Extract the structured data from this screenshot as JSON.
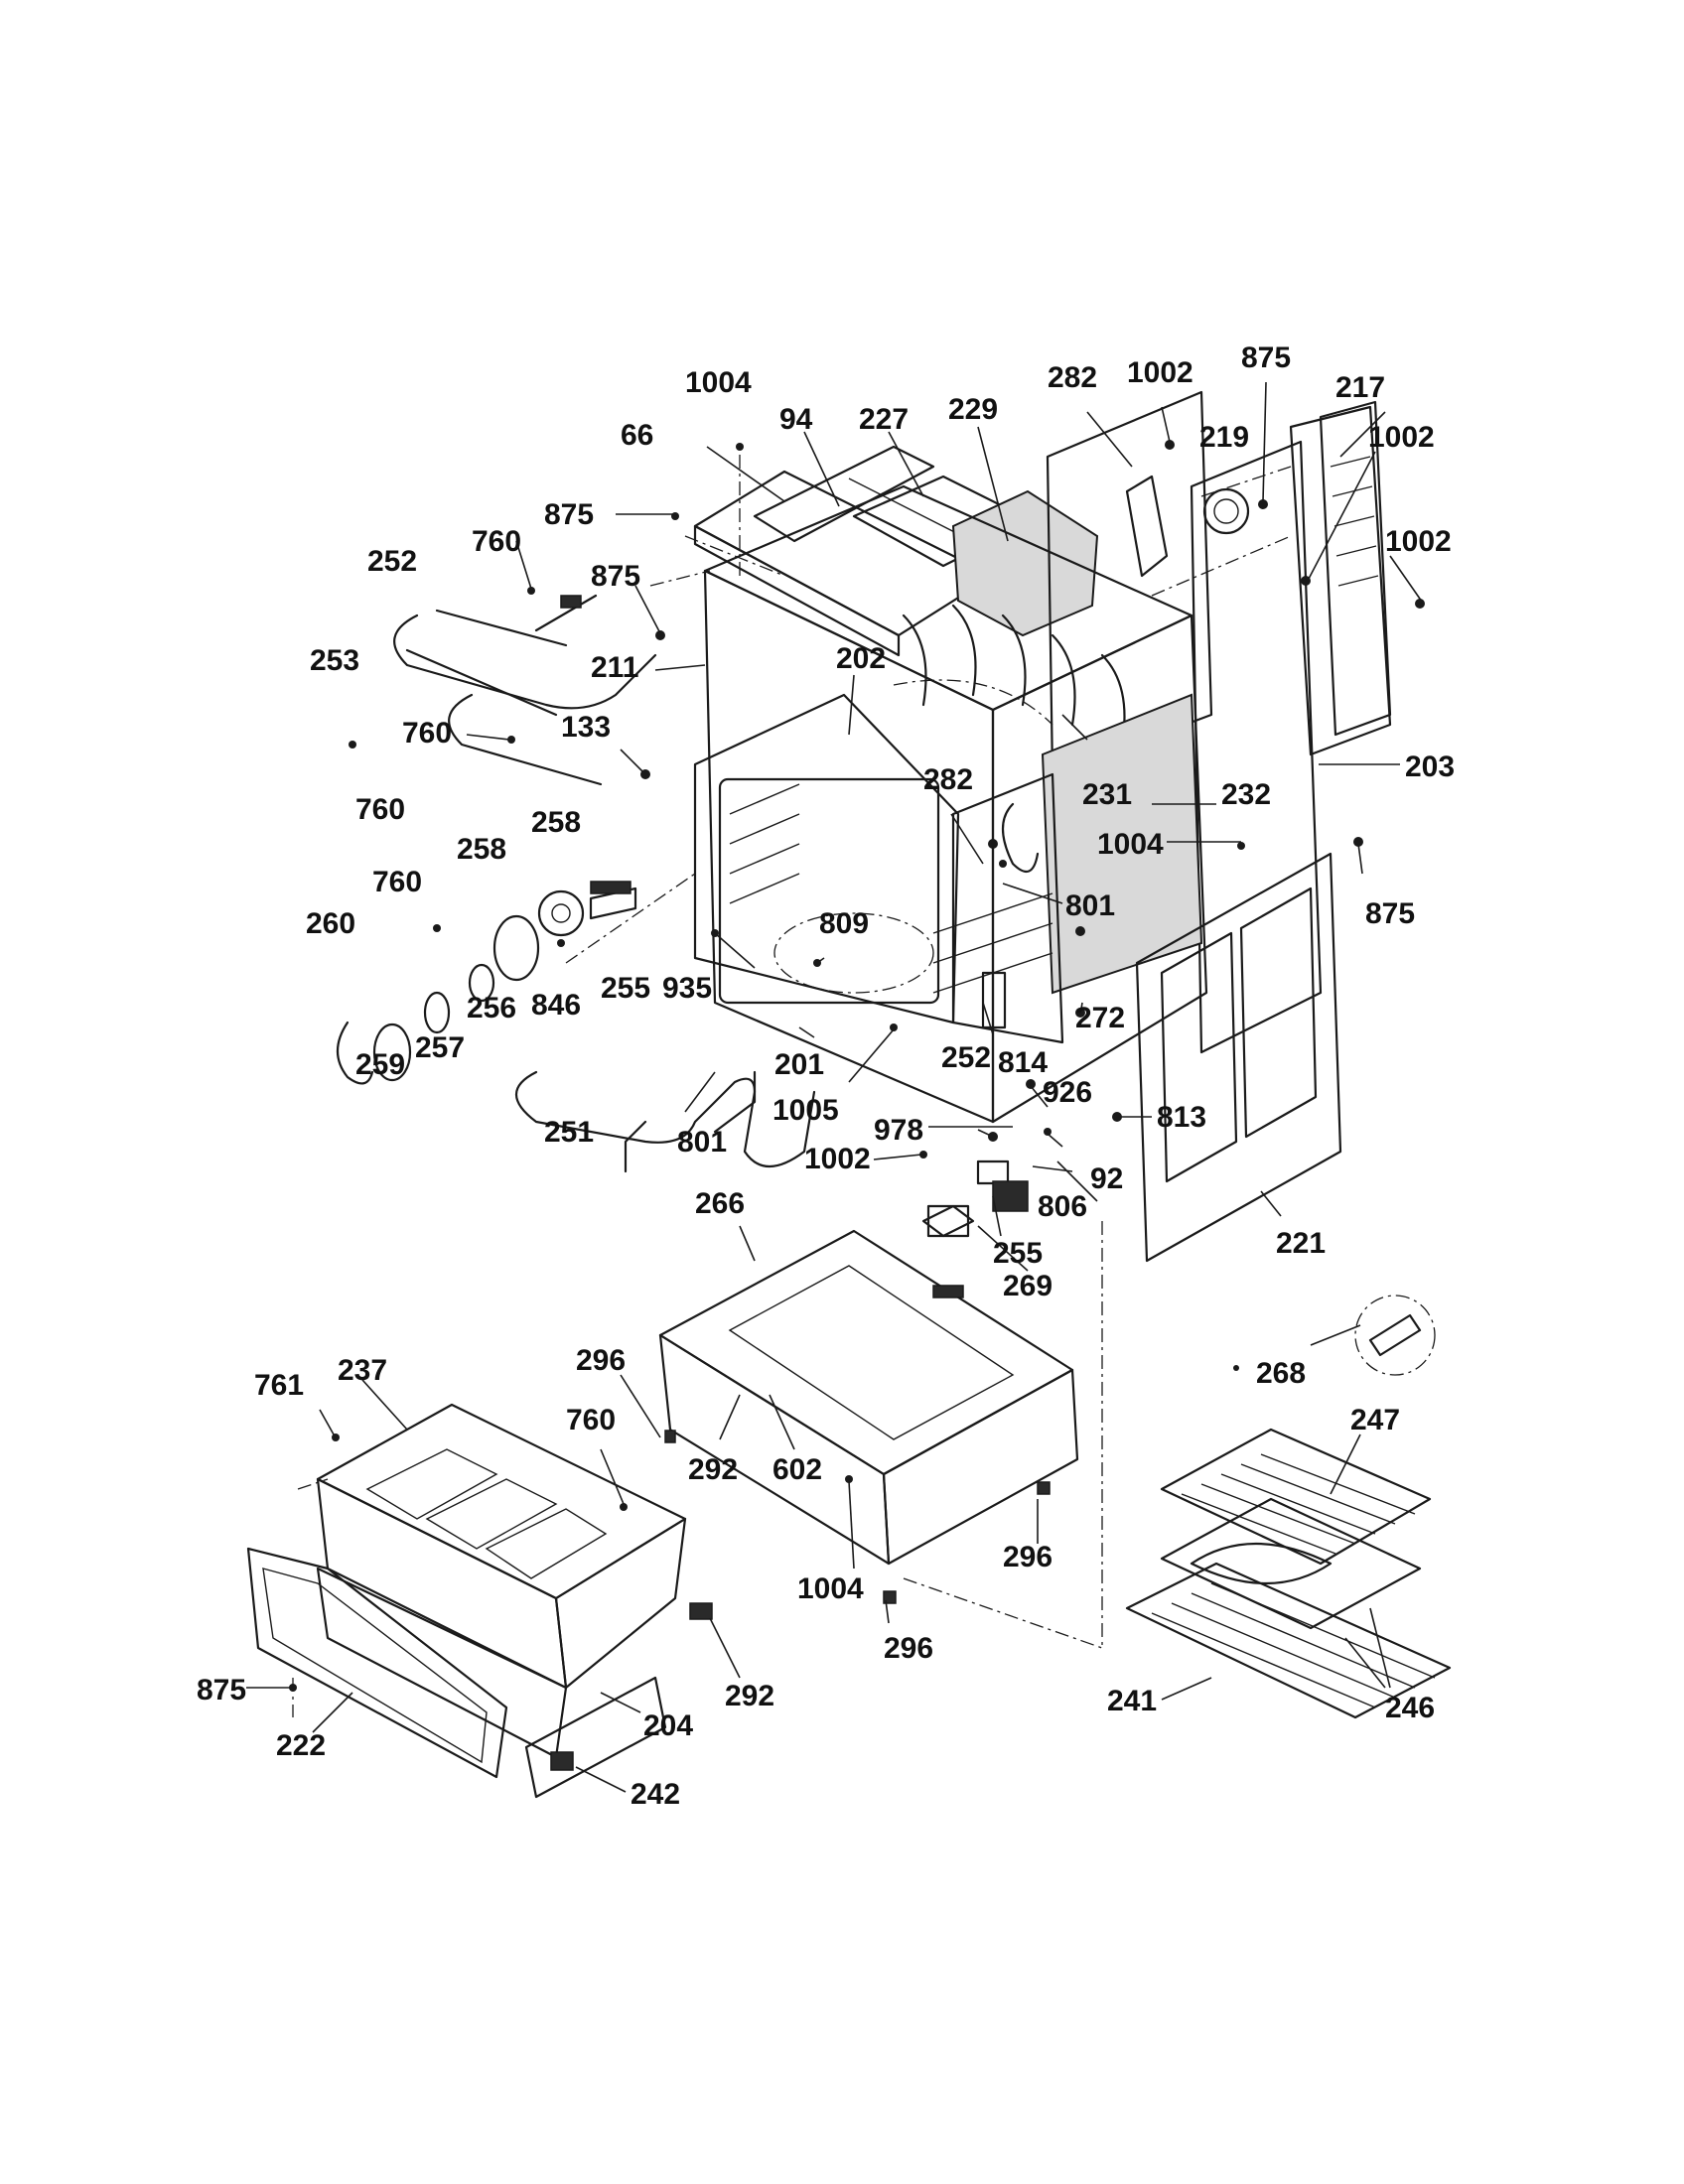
{
  "diagram": {
    "type": "exploded-parts-diagram",
    "parts": [
      {
        "id": "p1004a",
        "label": "1004"
      },
      {
        "id": "p94",
        "label": "94"
      },
      {
        "id": "p227",
        "label": "227"
      },
      {
        "id": "p229",
        "label": "229"
      },
      {
        "id": "p282a",
        "label": "282"
      },
      {
        "id": "p1002a",
        "label": "1002"
      },
      {
        "id": "p875a",
        "label": "875"
      },
      {
        "id": "p217",
        "label": "217"
      },
      {
        "id": "p66",
        "label": "66"
      },
      {
        "id": "p219",
        "label": "219"
      },
      {
        "id": "p1002b",
        "label": "1002"
      },
      {
        "id": "p875b",
        "label": "875"
      },
      {
        "id": "p1002c",
        "label": "1002"
      },
      {
        "id": "p760a",
        "label": "760"
      },
      {
        "id": "p252a",
        "label": "252"
      },
      {
        "id": "p875c",
        "label": "875"
      },
      {
        "id": "p211",
        "label": "211"
      },
      {
        "id": "p253",
        "label": "253"
      },
      {
        "id": "p202",
        "label": "202"
      },
      {
        "id": "p760b",
        "label": "760"
      },
      {
        "id": "p133",
        "label": "133"
      },
      {
        "id": "p203",
        "label": "203"
      },
      {
        "id": "p231",
        "label": "231"
      },
      {
        "id": "p282b",
        "label": "282"
      },
      {
        "id": "p232",
        "label": "232"
      },
      {
        "id": "p760c",
        "label": "760"
      },
      {
        "id": "p258a",
        "label": "258"
      },
      {
        "id": "p258b",
        "label": "258"
      },
      {
        "id": "p1004b",
        "label": "1004"
      },
      {
        "id": "p875d",
        "label": "875"
      },
      {
        "id": "p760d",
        "label": "760"
      },
      {
        "id": "p801a",
        "label": "801"
      },
      {
        "id": "p260",
        "label": "260"
      },
      {
        "id": "p809",
        "label": "809"
      },
      {
        "id": "p846",
        "label": "846"
      },
      {
        "id": "p256",
        "label": "256"
      },
      {
        "id": "p255a",
        "label": "255"
      },
      {
        "id": "p935",
        "label": "935"
      },
      {
        "id": "p272",
        "label": "272"
      },
      {
        "id": "p257",
        "label": "257"
      },
      {
        "id": "p259",
        "label": "259"
      },
      {
        "id": "p201",
        "label": "201"
      },
      {
        "id": "p252b",
        "label": "252"
      },
      {
        "id": "p814",
        "label": "814"
      },
      {
        "id": "p1005",
        "label": "1005"
      },
      {
        "id": "p926",
        "label": "926"
      },
      {
        "id": "p978",
        "label": "978"
      },
      {
        "id": "p813",
        "label": "813"
      },
      {
        "id": "p251",
        "label": "251"
      },
      {
        "id": "p801b",
        "label": "801"
      },
      {
        "id": "p1002d",
        "label": "1002"
      },
      {
        "id": "p92",
        "label": "92"
      },
      {
        "id": "p806",
        "label": "806"
      },
      {
        "id": "p266",
        "label": "266"
      },
      {
        "id": "p255b",
        "label": "255"
      },
      {
        "id": "p221",
        "label": "221"
      },
      {
        "id": "p269",
        "label": "269"
      },
      {
        "id": "p268",
        "label": "268"
      },
      {
        "id": "p296a",
        "label": "296"
      },
      {
        "id": "p761",
        "label": "761"
      },
      {
        "id": "p237",
        "label": "237"
      },
      {
        "id": "p247",
        "label": "247"
      },
      {
        "id": "p760e",
        "label": "760"
      },
      {
        "id": "p292a",
        "label": "292"
      },
      {
        "id": "p602",
        "label": "602"
      },
      {
        "id": "p296b",
        "label": "296"
      },
      {
        "id": "p1004c",
        "label": "1004"
      },
      {
        "id": "p296c",
        "label": "296"
      },
      {
        "id": "p292b",
        "label": "292"
      },
      {
        "id": "p875e",
        "label": "875"
      },
      {
        "id": "p204",
        "label": "204"
      },
      {
        "id": "p241",
        "label": "241"
      },
      {
        "id": "p246",
        "label": "246"
      },
      {
        "id": "p222",
        "label": "222"
      },
      {
        "id": "p242",
        "label": "242"
      }
    ]
  }
}
